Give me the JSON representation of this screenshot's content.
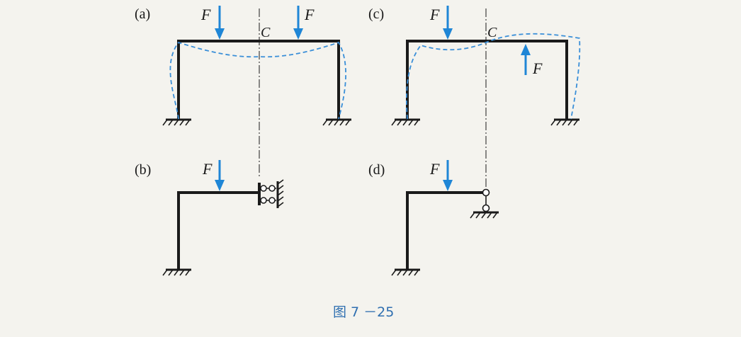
{
  "panels": {
    "a": {
      "label": "(a)",
      "force_left": "F",
      "force_right": "F",
      "axis_point": "C"
    },
    "b": {
      "label": "(b)",
      "force": "F"
    },
    "c": {
      "label": "(c)",
      "force_down": "F",
      "force_up": "F",
      "axis_point": "C"
    },
    "d": {
      "label": "(d)",
      "force": "F"
    }
  },
  "caption": "图 7 －25",
  "colors": {
    "force_arrow": "#1f86d6",
    "deflection": "#3a8fd8",
    "member": "#1a1a1a",
    "caption": "#2f6fb0"
  }
}
